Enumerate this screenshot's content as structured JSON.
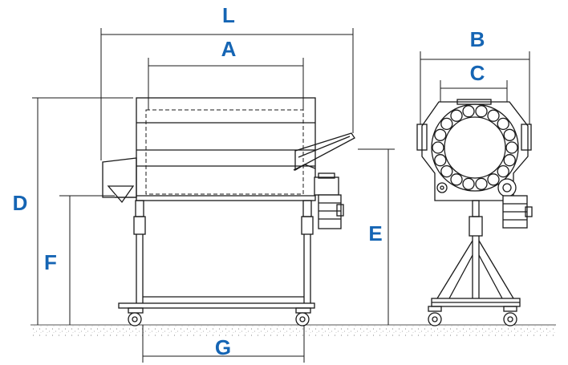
{
  "labels": {
    "L": "L",
    "A": "A",
    "B": "B",
    "C": "C",
    "D": "D",
    "E": "E",
    "F": "F",
    "G": "G"
  },
  "colors": {
    "label": "#1565b4",
    "line": "#1a1a1a",
    "ground": "#9a9a9a"
  }
}
